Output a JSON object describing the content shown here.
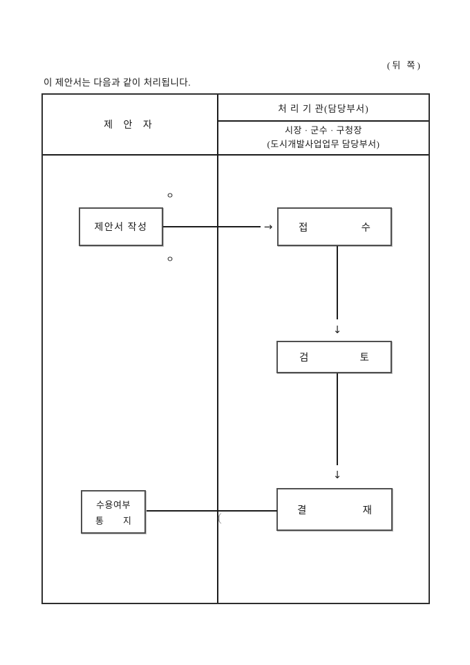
{
  "colors": {
    "ink": "#1a1a1a",
    "box_border": "#4f4f4f",
    "paren": "#8c8c8c",
    "background": "#ffffff"
  },
  "page": {
    "corner_note": "(뒤 쪽)",
    "intro": "이 제안서는 다음과 같이 처리됩니다."
  },
  "table": {
    "proposer_header": "제 안 자",
    "agency_header": "처 리 기 관(담당부서)",
    "agency_sub_line1": "시장 · 군수 · 구청장",
    "agency_sub_line2": "(도시개발사업업무 담당부서)"
  },
  "flow": {
    "bullet": "ㅇ",
    "proposer_action": "제안서 작성",
    "receipt_left": "접",
    "receipt_right": "수",
    "review_left": "검",
    "review_right": "토",
    "approval_left": "결",
    "approval_right": "재",
    "notify_line1": "수용여부",
    "notify_line2_left": "통",
    "notify_line2_right": "지",
    "arrow_right": "→",
    "arrow_down": "↓",
    "paren": "("
  }
}
